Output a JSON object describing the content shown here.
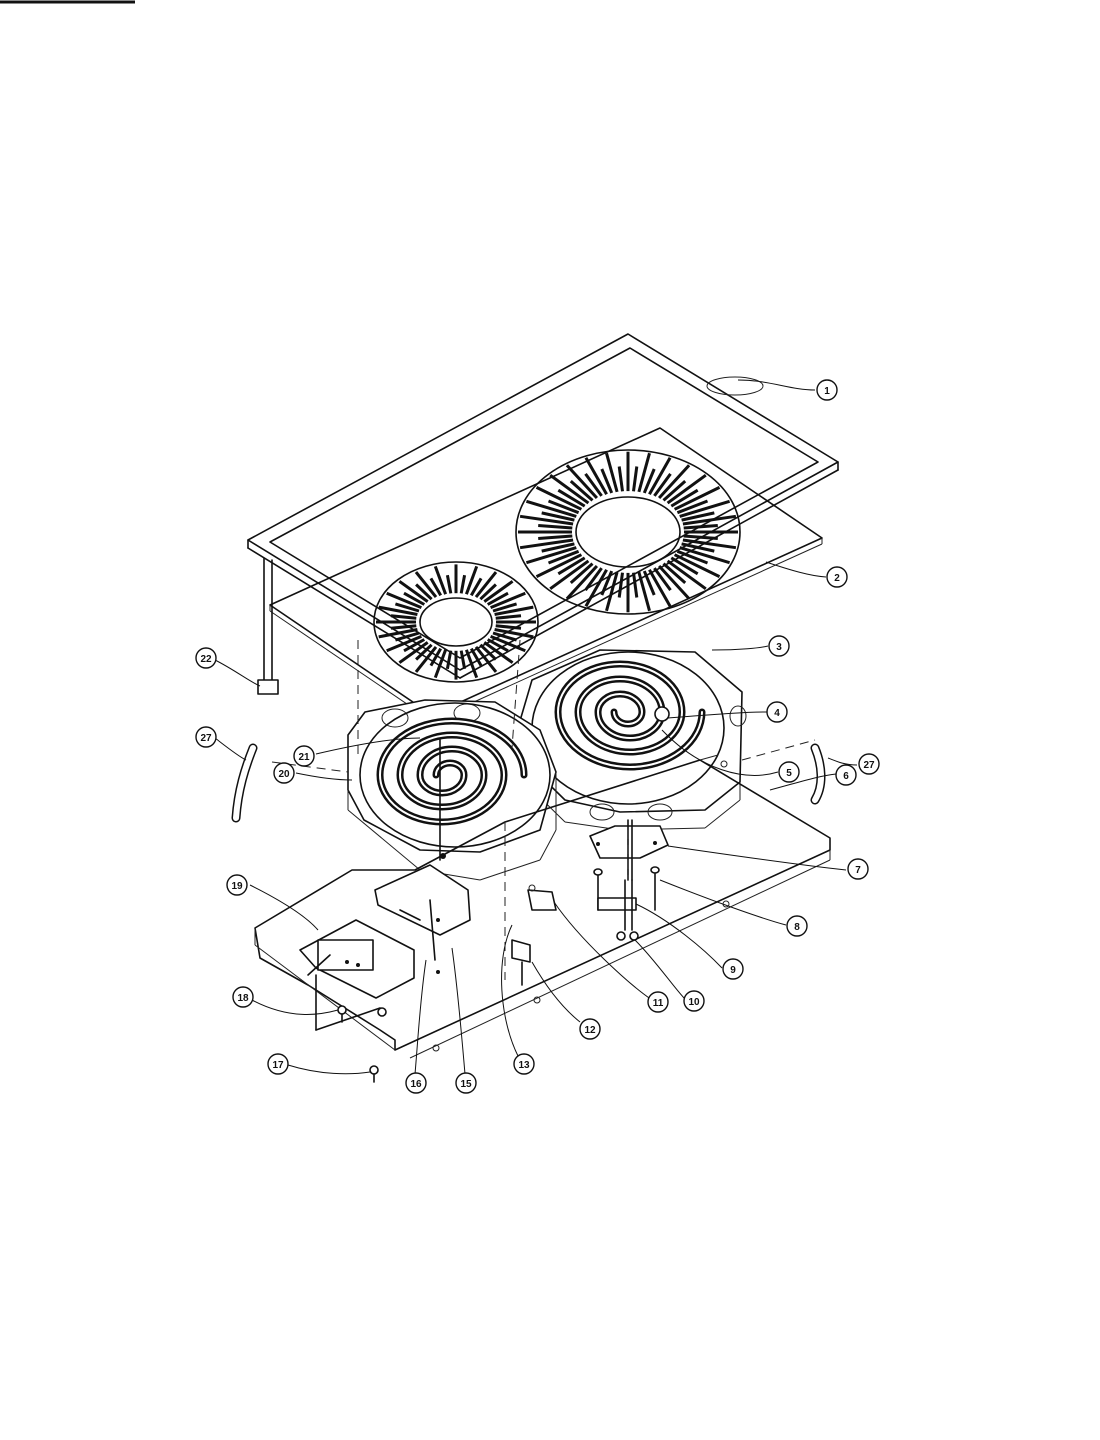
{
  "callouts": [
    {
      "id": "c1",
      "label": "1"
    },
    {
      "id": "c2",
      "label": "2"
    },
    {
      "id": "c3",
      "label": "3"
    },
    {
      "id": "c4",
      "label": "4"
    },
    {
      "id": "c5",
      "label": "5"
    },
    {
      "id": "c6",
      "label": "6"
    },
    {
      "id": "c7",
      "label": "7"
    },
    {
      "id": "c8",
      "label": "8"
    },
    {
      "id": "c9",
      "label": "9"
    },
    {
      "id": "c10",
      "label": "10"
    },
    {
      "id": "c11",
      "label": "11"
    },
    {
      "id": "c12",
      "label": "12"
    },
    {
      "id": "c13",
      "label": "13"
    },
    {
      "id": "c15",
      "label": "15"
    },
    {
      "id": "c16",
      "label": "16"
    },
    {
      "id": "c17",
      "label": "17"
    },
    {
      "id": "c18",
      "label": "18"
    },
    {
      "id": "c19",
      "label": "19"
    },
    {
      "id": "c20",
      "label": "20"
    },
    {
      "id": "c21",
      "label": "21"
    },
    {
      "id": "c22",
      "label": "22"
    },
    {
      "id": "c27a",
      "label": "27"
    },
    {
      "id": "c27b",
      "label": "27"
    }
  ]
}
